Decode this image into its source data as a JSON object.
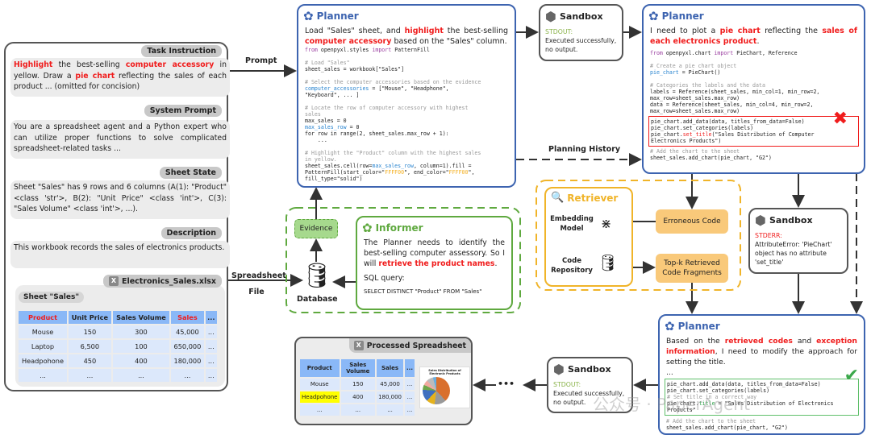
{
  "left_panel": {
    "task_instruction": {
      "tag": "Task Instruction",
      "t1": "Highlight",
      "t2": " the best-selling ",
      "t3": "computer accessory",
      "t4": " in yellow. Draw a ",
      "t5": "pie chart",
      "t6": " reflecting the sales of each product ... (omitted for concision)"
    },
    "system_prompt": {
      "tag": "System Prompt",
      "text": "You are a spreadsheet agent and a Python expert who can utilize proper functions to solve complicated spreadsheet-related tasks ..."
    },
    "sheet_state": {
      "tag": "Sheet State",
      "text": "Sheet \"Sales\" has 9 rows and 6 columns (A(1): \"Product\" <class 'str'>, B(2): \"Unit Price\" <class 'int'>, C(3): \"Sales Volume\" <class 'int'>, ...)."
    },
    "description": {
      "tag": "Description",
      "text": "This workbook records the sales of electronics products."
    },
    "file": {
      "name": "Electronics_Sales.xlsx",
      "sheet": "Sheet \"Sales\"",
      "headers": [
        "Product",
        "Unit Price",
        "Sales Volume",
        "Sales",
        "..."
      ],
      "rows": [
        [
          "Mouse",
          "150",
          "300",
          "45,000",
          "..."
        ],
        [
          "Laptop",
          "6,500",
          "100",
          "650,000",
          "..."
        ],
        [
          "Headpohone",
          "450",
          "400",
          "180,000",
          "..."
        ],
        [
          "...",
          "...",
          "...",
          "...",
          "..."
        ]
      ]
    }
  },
  "labels": {
    "prompt": "Prompt",
    "spreadsheet_file": "Spreadsheet File",
    "planning_history": "Planning History",
    "evidence": "Evidence",
    "database": "Database",
    "dots": "•••"
  },
  "planner1": {
    "title": "Planner",
    "t1": "Load \"Sales\" sheet, and ",
    "t2": "highlight",
    "t3": " the best-selling ",
    "t4": "computer accessory",
    "t5": " based on the \"Sales\" column."
  },
  "sandbox1": {
    "title": "Sandbox",
    "status": "STDOUT:",
    "text": "Executed successfully, no output."
  },
  "planner2": {
    "title": "Planner",
    "t1": "I need to plot a ",
    "t2": "pie chart",
    "t3": " reflecting the ",
    "t4": "sales of each electronics product",
    "t5": "."
  },
  "informer": {
    "title": "Informer",
    "t1": "The Planner needs to identify the best-selling computer assessory. So I will ",
    "t2": "retrieve the product names",
    "t3": ".",
    "sql_label": "SQL query:",
    "sql": "SELECT DISTINCT \"Product\" FROM \"Sales\""
  },
  "retriever": {
    "title": "Retriever",
    "embedding": "Embedding Model",
    "repo": "Code Repository",
    "erroneous": "Erroneous Code",
    "topk": "Top-k Retrieved Code Fragments"
  },
  "sandbox2": {
    "title": "Sandbox",
    "status": "STDERR:",
    "text": "AttributeError: 'PieChart' object has no attribute 'set_title'"
  },
  "planner3": {
    "title": "Planner",
    "t1": "Based on the ",
    "t2": "retrieved codes",
    "t3": " and ",
    "t4": "exception information",
    "t5": ", I need to modify the approach for setting the title.",
    "t6": "..."
  },
  "sandbox3": {
    "title": "Sandbox",
    "status": "STDOUT:",
    "text": "Executed successfully, no output."
  },
  "processed": {
    "title": "Processed Spreadsheet",
    "headers": [
      "Product",
      "Sales Volume",
      "Sales",
      "..."
    ],
    "rows": [
      [
        "Mouse",
        "150",
        "45,000",
        "..."
      ],
      [
        "Headpohone",
        "400",
        "180,000",
        "..."
      ],
      [
        "...",
        "...",
        "...",
        "..."
      ]
    ],
    "chart_title": "Sales Distribution of Electronic Products"
  },
  "watermark": "公众号 · PaperAgent",
  "colors": {
    "planner": "#3d64b0",
    "informer": "#5fa93f",
    "retriever": "#f0b429",
    "red": "#f01c1c",
    "stdout": "#8ab34a",
    "highlight": "#ffff00"
  }
}
